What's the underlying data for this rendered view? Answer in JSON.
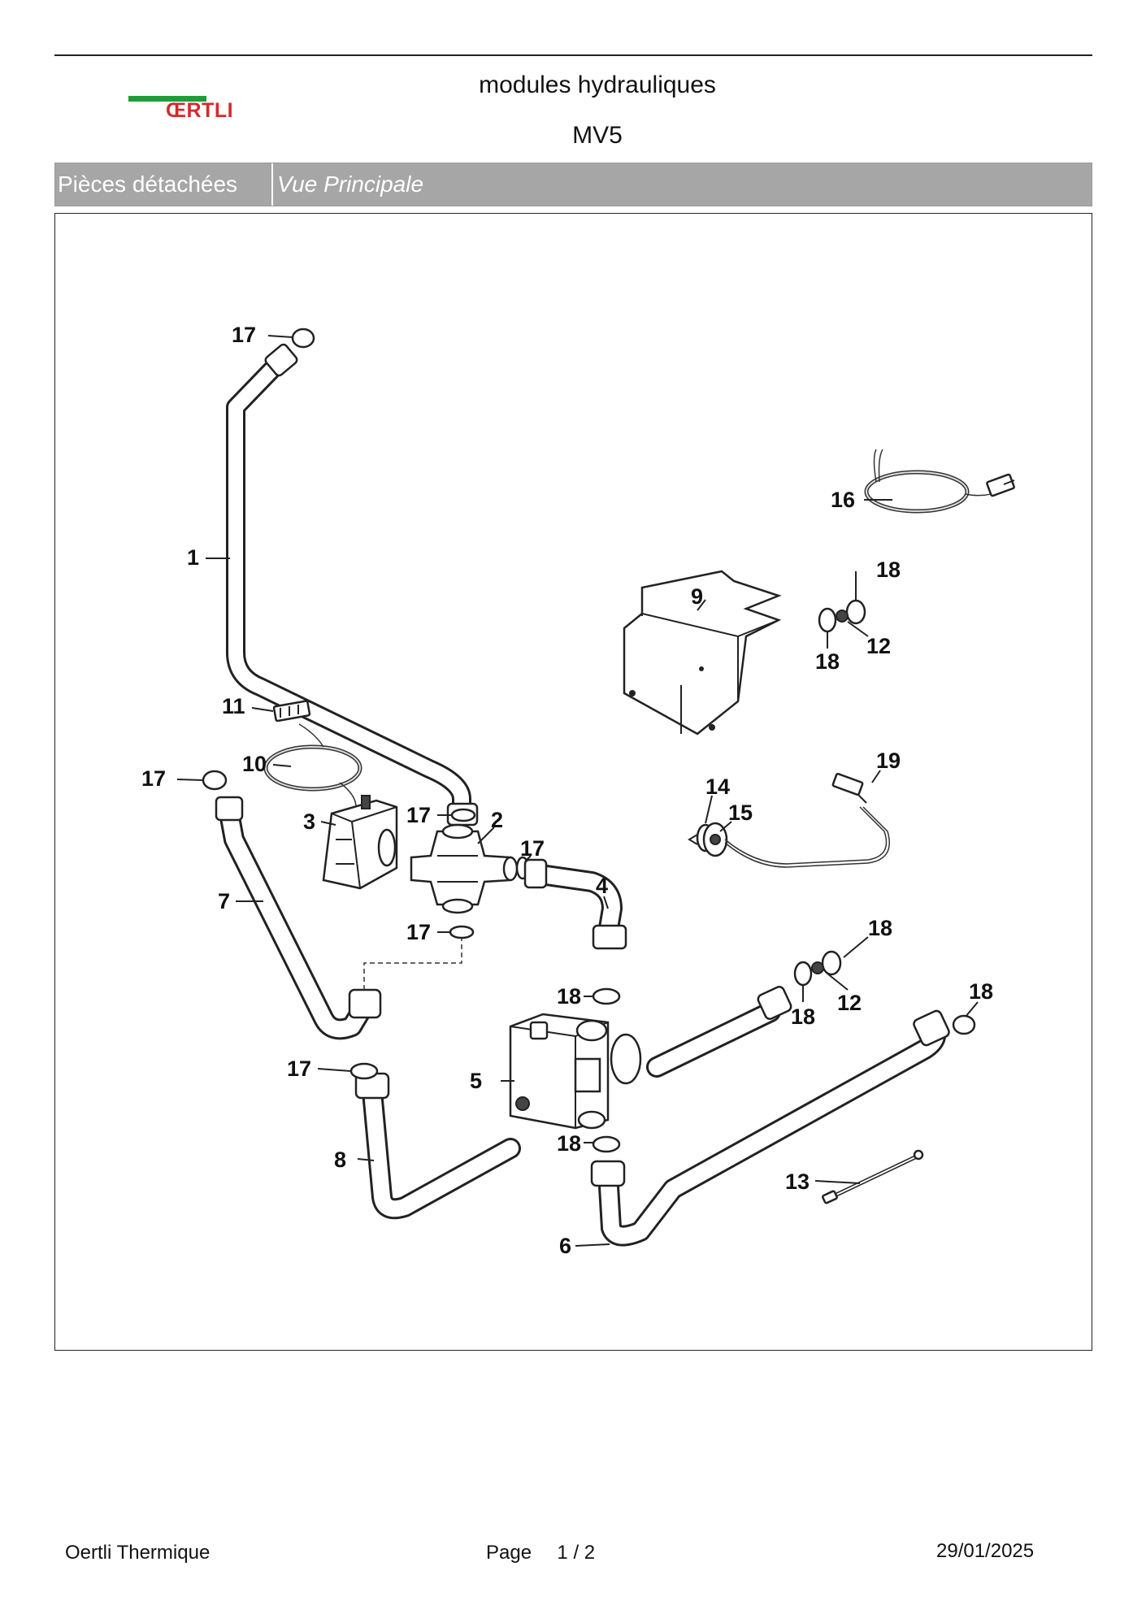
{
  "header": {
    "brand": "ŒRTLI",
    "title": "modules hydrauliques",
    "model": "MV5",
    "section_label": "Pièces détachées",
    "view_label": "Vue Principale"
  },
  "colors": {
    "brand_green": "#1f9c3a",
    "brand_red": "#d42a2a",
    "bar_gray": "#a6a6a6"
  },
  "callouts": {
    "c17a": "17",
    "c1": "1",
    "c16": "16",
    "c18a": "18",
    "c9": "9",
    "c18b": "18",
    "c12a": "12",
    "c11": "11",
    "c10": "10",
    "c17b": "17",
    "c3": "3",
    "c17c": "17",
    "c2": "2",
    "c19": "19",
    "c14": "14",
    "c15": "15",
    "c17d": "17",
    "c7": "7",
    "c4": "4",
    "c17e": "17",
    "c18c": "18",
    "c18d": "18",
    "c12b": "12",
    "c18e": "18",
    "c18f": "18",
    "c5": "5",
    "c17f": "17",
    "c18g": "18",
    "c8": "8",
    "c13": "13",
    "c6": "6"
  },
  "footer": {
    "company": "Oertli Thermique",
    "page_label": "Page",
    "page_current": "1",
    "page_sep": "/",
    "page_total": "2",
    "date": "29/01/2025"
  }
}
